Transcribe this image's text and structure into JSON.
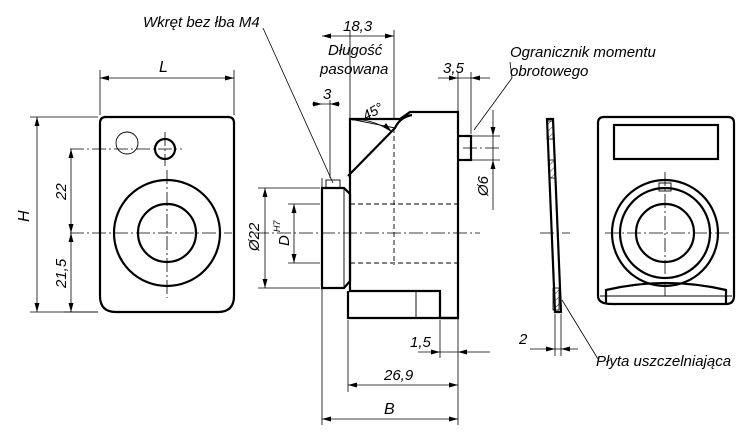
{
  "labels": {
    "screw": "Wkręt bez łba M4",
    "fit_length_1": "Długość",
    "fit_length_2": "pasowana",
    "torque_limiter_1": "Ogranicznik momentu",
    "torque_limiter_2": "obrotowego",
    "seal_plate": "Płyta uszczelniająca"
  },
  "dimensions": {
    "L": "L",
    "H": "H",
    "d22": "22",
    "d21_5": "21,5",
    "d18_3": "18,3",
    "d3": "3",
    "d3_5": "3,5",
    "angle45": "45°",
    "phi22": "Ø22",
    "D": "D",
    "H7": "H7",
    "phi6": "Ø6",
    "d1_5": "1,5",
    "d26_9": "26,9",
    "B": "B",
    "d2": "2"
  }
}
